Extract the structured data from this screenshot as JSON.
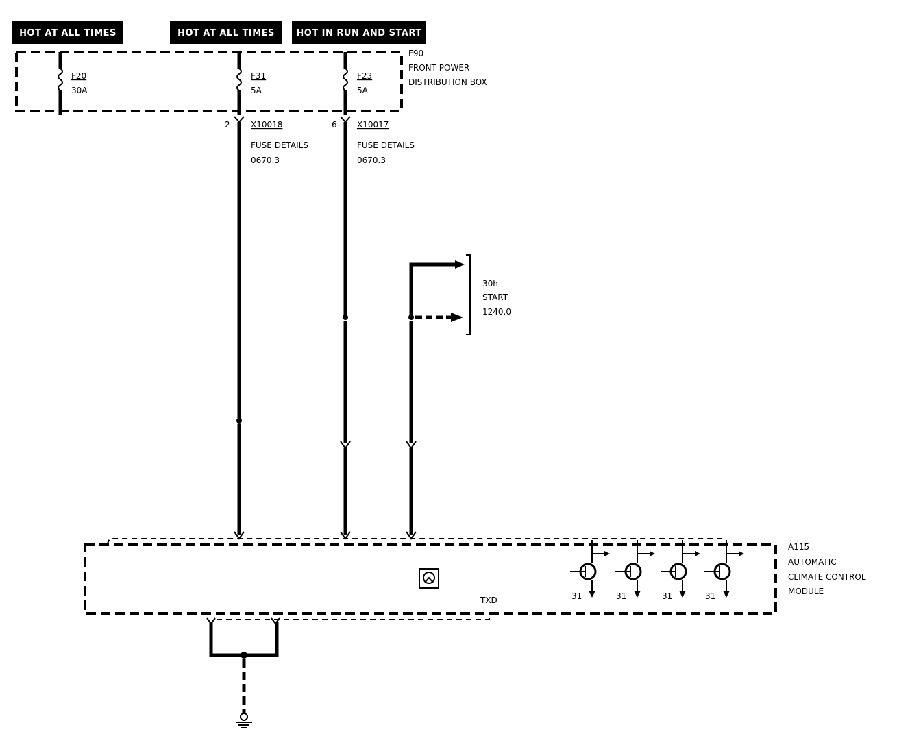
{
  "headers": [
    {
      "id": "h1",
      "text": "HOT AT ALL TIMES"
    },
    {
      "id": "h2",
      "text": "HOT AT ALL TIMES"
    },
    {
      "id": "h3",
      "text": "HOT IN RUN AND START"
    }
  ],
  "power_box": {
    "id": "F90",
    "name_line1": "FRONT POWER",
    "name_line2": "DISTRIBUTION BOX"
  },
  "fuses": [
    {
      "name": "F20",
      "rating": "30A"
    },
    {
      "name": "F31",
      "rating": "5A"
    },
    {
      "name": "F23",
      "rating": "5A"
    }
  ],
  "connectors": [
    {
      "pin": "2",
      "name": "X10018",
      "detail_line1": "FUSE DETAILS",
      "detail_line2": "0670.3"
    },
    {
      "pin": "6",
      "name": "X10017",
      "detail_line1": "FUSE DETAILS",
      "detail_line2": "0670.3"
    }
  ],
  "reference": {
    "line1": "30h",
    "line2": "START",
    "line3": "1240.0"
  },
  "module": {
    "id": "A115",
    "line1": "AUTOMATIC",
    "line2": "CLIMATE CONTROL",
    "line3": "MODULE",
    "txd_label": "TXD",
    "transistor_ground_labels": [
      "31",
      "31",
      "31",
      "31"
    ]
  }
}
